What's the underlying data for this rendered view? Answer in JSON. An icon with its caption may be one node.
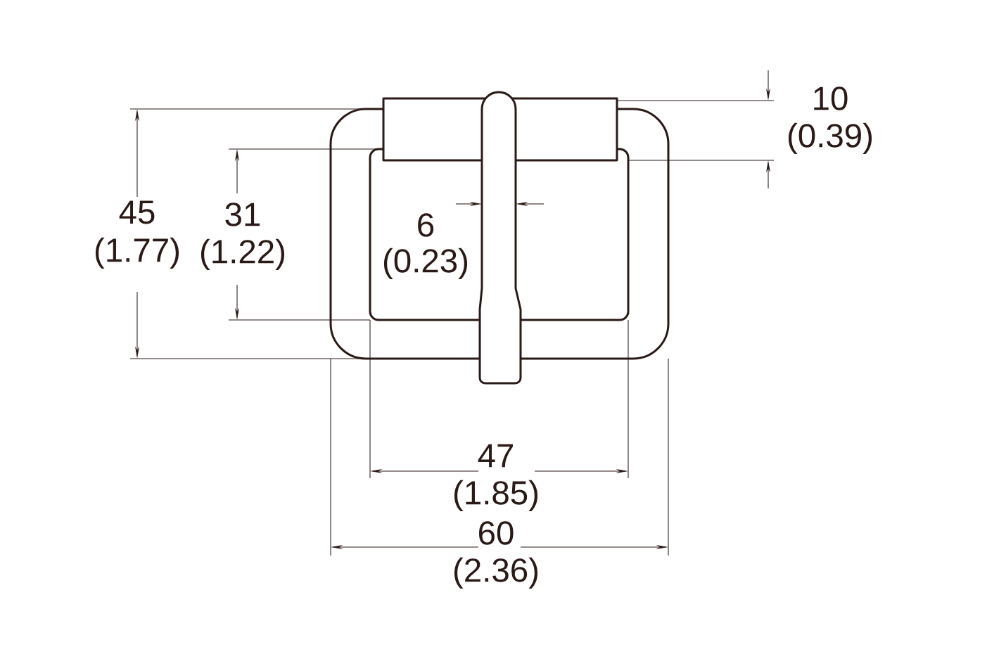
{
  "diagram": {
    "labels": [
      "10",
      "(0.39)",
      "45",
      "31",
      "6",
      "(1.77)",
      "(1.22)",
      "(0.23)",
      "47",
      "(1.85)",
      "60",
      "(2.36)"
    ]
  }
}
